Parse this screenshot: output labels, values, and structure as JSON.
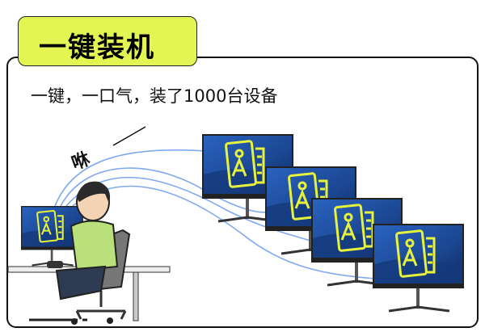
{
  "header": {
    "title": "一键装机"
  },
  "caption": "一键，一口气，装了1000台设备",
  "illustration": {
    "sound_effect": "咻",
    "monitor_count": 5,
    "screen_icon": "document-user-icon"
  },
  "colors": {
    "tab": "#e2f552",
    "icon": "#e6f23c",
    "screen": "#1f4fa0",
    "lines": "#7fa8f0"
  }
}
